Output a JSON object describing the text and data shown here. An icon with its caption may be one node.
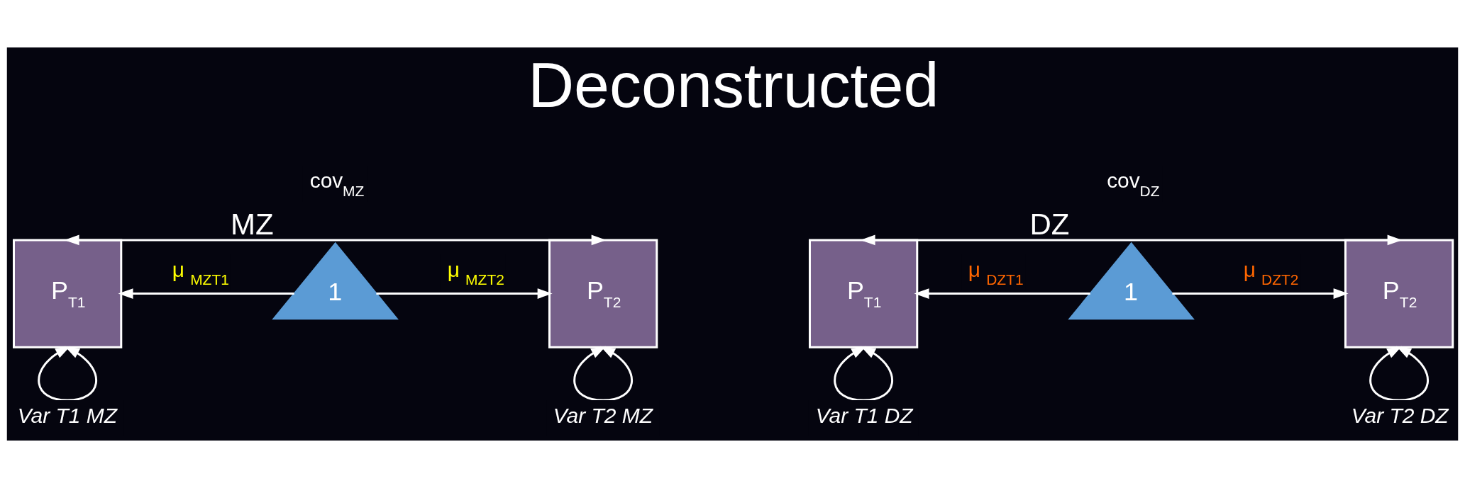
{
  "diagram": {
    "title": "Deconstructed",
    "nodes": [
      {
        "text": [
          "P$_{T1}$"
        ]
      },
      {
        "text": [
          "1"
        ],
        "beside": [
          "MZ"
        ]
      },
      {
        "text": [
          "P$_{T2}$"
        ]
      },
      {
        "text": [
          "P$_{T1}$"
        ]
      },
      {
        "text": [
          "1"
        ],
        "beside": [
          "DZ"
        ]
      },
      {
        "text": [
          "P$_{T2}$"
        ]
      }
    ],
    "edges": [
      {
        "from": 0,
        "to": 2,
        "arrow": "both",
        "label": "cov$_{MZ}$"
      },
      {
        "from": 1,
        "to": 0,
        "arrow": "to",
        "label": "μ $_{MZT1}$"
      },
      {
        "from": 1,
        "to": 2,
        "arrow": "to",
        "label": "μ $_{MZT2}$"
      },
      {
        "from": 0,
        "to": 0,
        "arrow": "both",
        "label": "Var T1 MZ"
      },
      {
        "from": 2,
        "to": 2,
        "arrow": "both",
        "label": "Var T2 MZ"
      },
      {
        "from": 3,
        "to": 5,
        "arrow": "both",
        "label": "cov$_{DZ}$"
      },
      {
        "from": 4,
        "to": 3,
        "arrow": "to",
        "label": "μ $_{DZT1}$"
      },
      {
        "from": 4,
        "to": 5,
        "arrow": "to",
        "label": "μ $_{DZT2}$"
      },
      {
        "from": 3,
        "to": 3,
        "arrow": "both",
        "label": "Var T1 DZ"
      },
      {
        "from": 5,
        "to": 5,
        "arrow": "both",
        "label": "Var T2 DZ"
      }
    ]
  }
}
